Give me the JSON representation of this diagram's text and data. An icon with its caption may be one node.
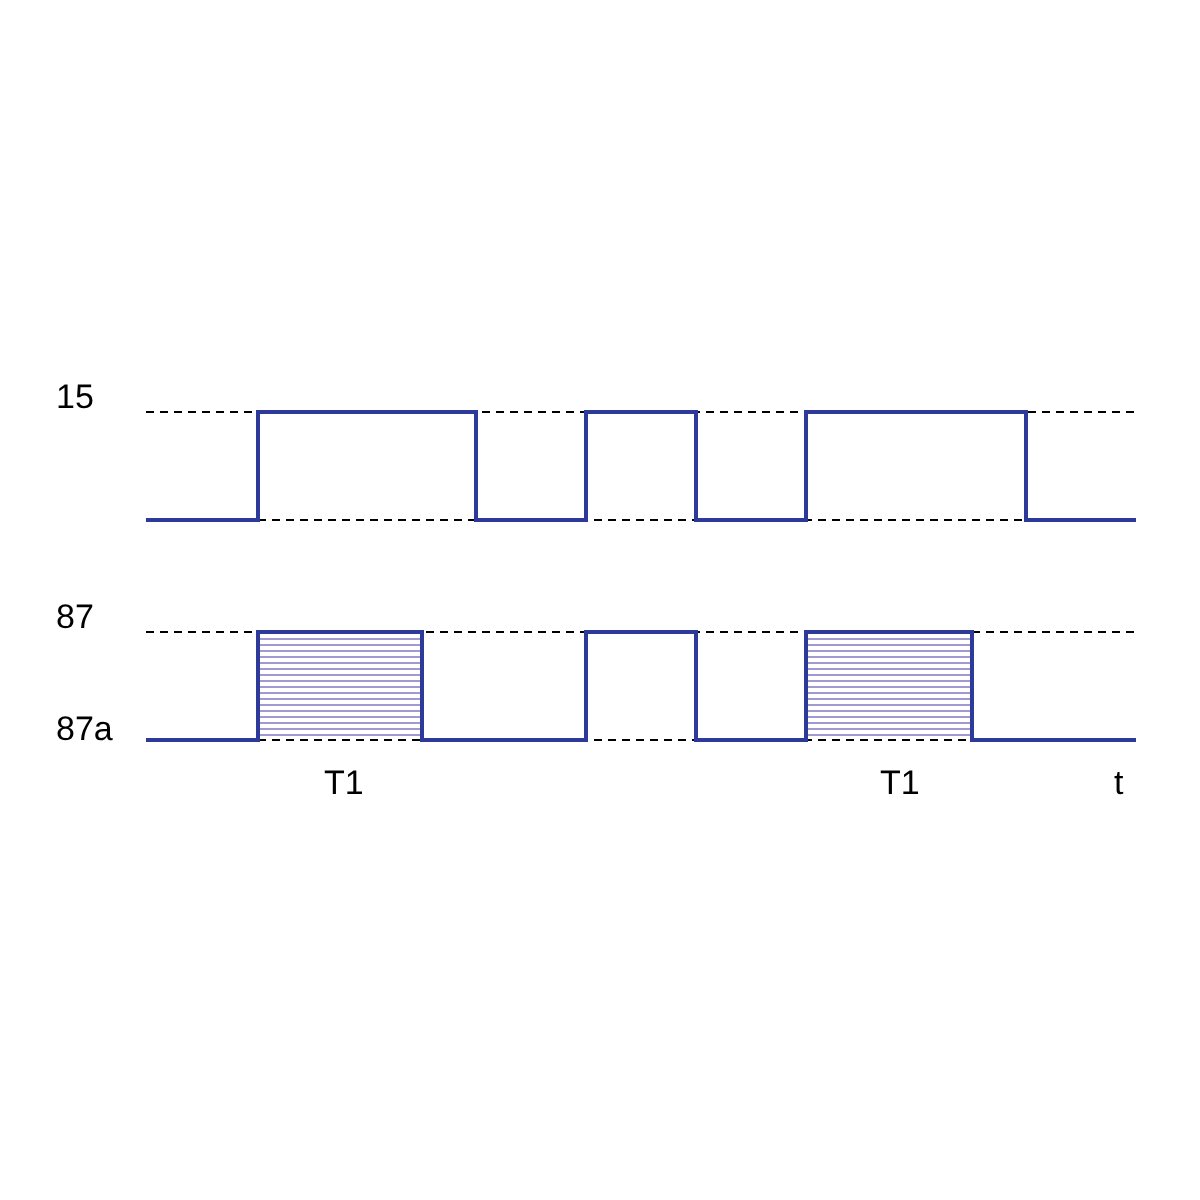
{
  "diagram": {
    "labels": [
      "15",
      "87",
      "87a",
      "T1",
      "T1",
      "t"
    ]
  }
}
